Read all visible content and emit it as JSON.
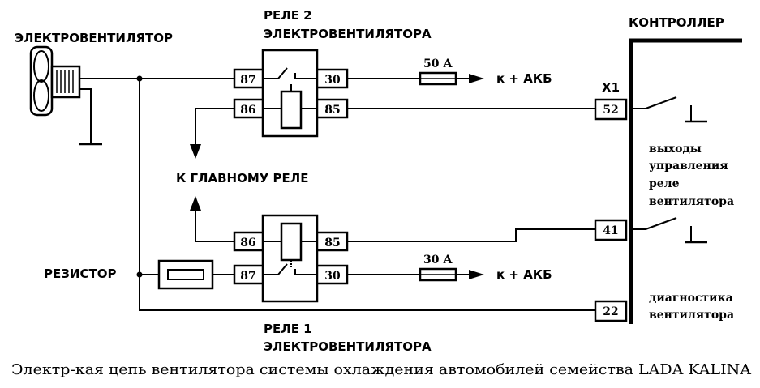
{
  "labels": {
    "fan": "ЭЛЕКТРОВЕНТИЛЯТОР",
    "relay2_line1": "РЕЛЕ 2",
    "relay2_line2": "ЭЛЕКТРОВЕНТИЛЯТОРА",
    "controller": "КОНТРОЛЛЕР",
    "x1": "X1",
    "main_relay": "К ГЛАВНОМУ РЕЛЕ",
    "resistor": "РЕЗИСТОР",
    "relay1_line1": "РЕЛЕ 1",
    "relay1_line2": "ЭЛЕКТРОВЕНТИЛЯТОРА",
    "fuse_top": "50 А",
    "fuse_bottom": "30 А",
    "battery_top": "к + АКБ",
    "battery_bottom": "к + АКБ",
    "outputs_1": "выходы",
    "outputs_2": "управления",
    "outputs_3": "реле",
    "outputs_4": "вентилятора",
    "diag_1": "диагностика",
    "diag_2": "вентилятора",
    "caption": "Электр-кая цепь вентилятора системы охлаждения автомобилей семейства LADA KALINA"
  },
  "pins": {
    "r2_87": "87",
    "r2_86": "86",
    "r2_30": "30",
    "r2_85": "85",
    "r1_86": "86",
    "r1_87": "87",
    "r1_85": "85",
    "r1_30": "30",
    "x1_52": "52",
    "x1_41": "41",
    "x1_22": "22"
  }
}
